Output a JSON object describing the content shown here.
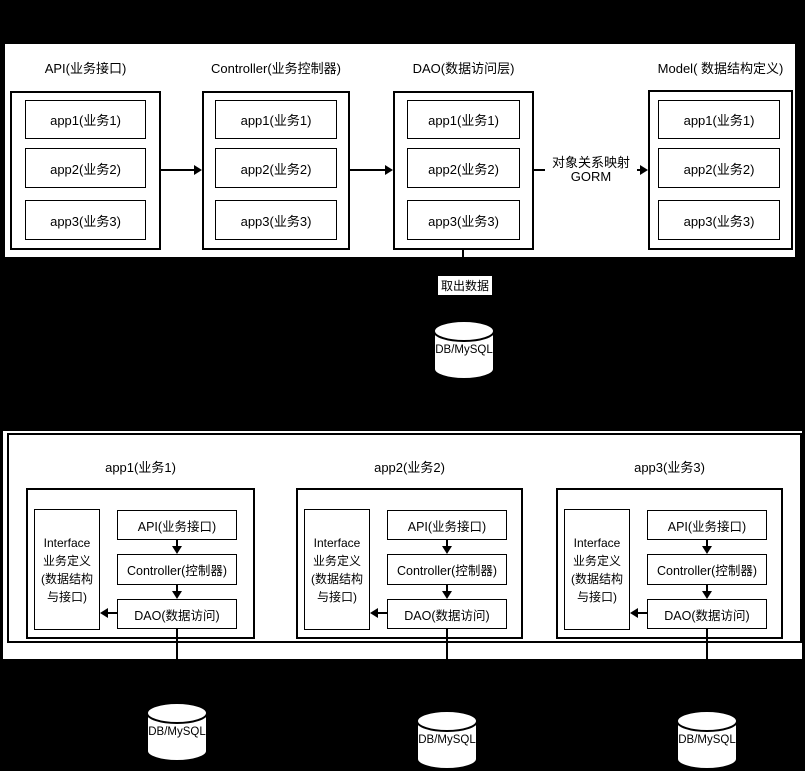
{
  "colors": {
    "background": "#000000",
    "panel_background": "#ffffff",
    "stroke": "#000000",
    "text": "#000000",
    "label_background": "#ffffff"
  },
  "top_panel": {
    "columns": [
      {
        "title": "API(业务接口)",
        "items": [
          "app1(业务1)",
          "app2(业务2)",
          "app3(业务3)"
        ]
      },
      {
        "title": "Controller(业务控制器)",
        "items": [
          "app1(业务1)",
          "app2(业务2)",
          "app3(业务3)"
        ]
      },
      {
        "title": "DAO(数据访问层)",
        "items": [
          "app1(业务1)",
          "app2(业务2)",
          "app3(业务3)"
        ]
      },
      {
        "title": "Model( 数据结构定义)",
        "items": [
          "app1(业务1)",
          "app2(业务2)",
          "app3(业务3)"
        ]
      }
    ],
    "orm_edge_label_line1": "对象关系映射",
    "orm_edge_label_line2": "GORM",
    "fetch_label": "取出数据",
    "db_label": "DB/MySQL"
  },
  "bottom_panel": {
    "apps": [
      {
        "title": "app1(业务1)",
        "interface_lines": [
          "Interface",
          "业务定义",
          "(数据结构",
          "与接口)"
        ],
        "boxes": [
          "API(业务接口)",
          "Controller(控制器)",
          "DAO(数据访问)"
        ],
        "db_label": "DB/MySQL"
      },
      {
        "title": "app2(业务2)",
        "interface_lines": [
          "Interface",
          "业务定义",
          "(数据结构",
          "与接口)"
        ],
        "boxes": [
          "API(业务接口)",
          "Controller(控制器)",
          "DAO(数据访问)"
        ],
        "db_label": "DB/MySQL"
      },
      {
        "title": "app3(业务3)",
        "interface_lines": [
          "Interface",
          "业务定义",
          "(数据结构",
          "与接口)"
        ],
        "boxes": [
          "API(业务接口)",
          "Controller(控制器)",
          "DAO(数据访问)"
        ],
        "db_label": "DB/MySQL"
      }
    ]
  }
}
